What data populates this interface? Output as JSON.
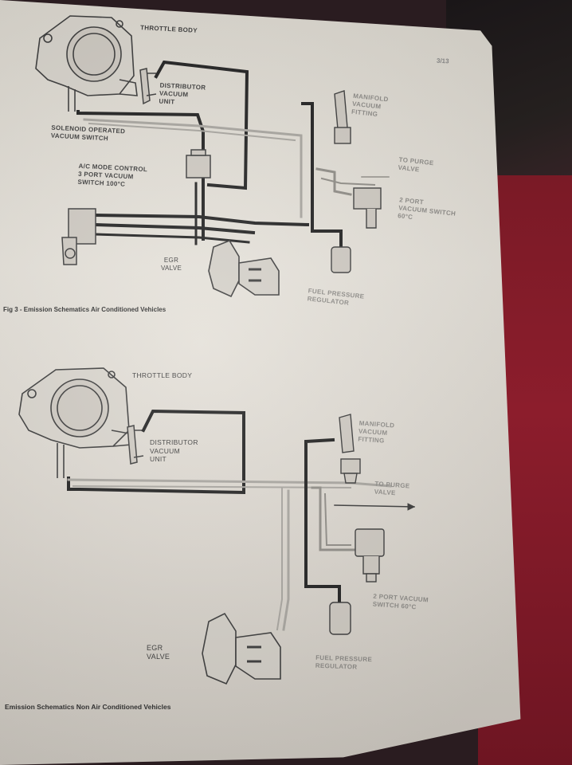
{
  "header": {
    "section_title": "ION CONTROL SYSTEM - E.F.I. ENGINE",
    "page_number": "3/13"
  },
  "fig1": {
    "caption": "Fig 3 - Emission Schematics Air Conditioned Vehicles",
    "labels": {
      "throttle_body": "THROTTLE BODY",
      "distributor": "DISTRIBUTOR\nVACUUM\nUNIT",
      "solenoid": "SOLENOID OPERATED\nVACUUM SWITCH",
      "ac_mode": "A/C MODE CONTROL\n3 PORT VACUUM\nSWITCH 100°C",
      "egr": "EGR\nVALVE",
      "manifold": "MANIFOLD\nVACUUM\nFITTING",
      "purge": "TO PURGE\nVALVE",
      "two_port": "2 PORT\nVACUUM SWITCH\n60°C",
      "fuel_reg": "FUEL PRESSURE\nREGULATOR"
    }
  },
  "fig2": {
    "caption": "Emission Schematics Non Air Conditioned Vehicles",
    "labels": {
      "throttle_body": "THROTTLE BODY",
      "distributor": "DISTRIBUTOR\nVACUUM\nUNIT",
      "manifold": "MANIFOLD\nVACUUM\nFITTING",
      "purge": "TO PURGE\nVALVE",
      "two_port": "2 PORT VACUUM\nSWITCH 60°C",
      "egr": "EGR\nVALVE",
      "fuel_reg": "FUEL PRESSURE\nREGULATOR"
    }
  },
  "colors": {
    "hose_dark": "#1e1e1e",
    "hose_light": "#a8a59f",
    "paper": "#e2ded6"
  }
}
